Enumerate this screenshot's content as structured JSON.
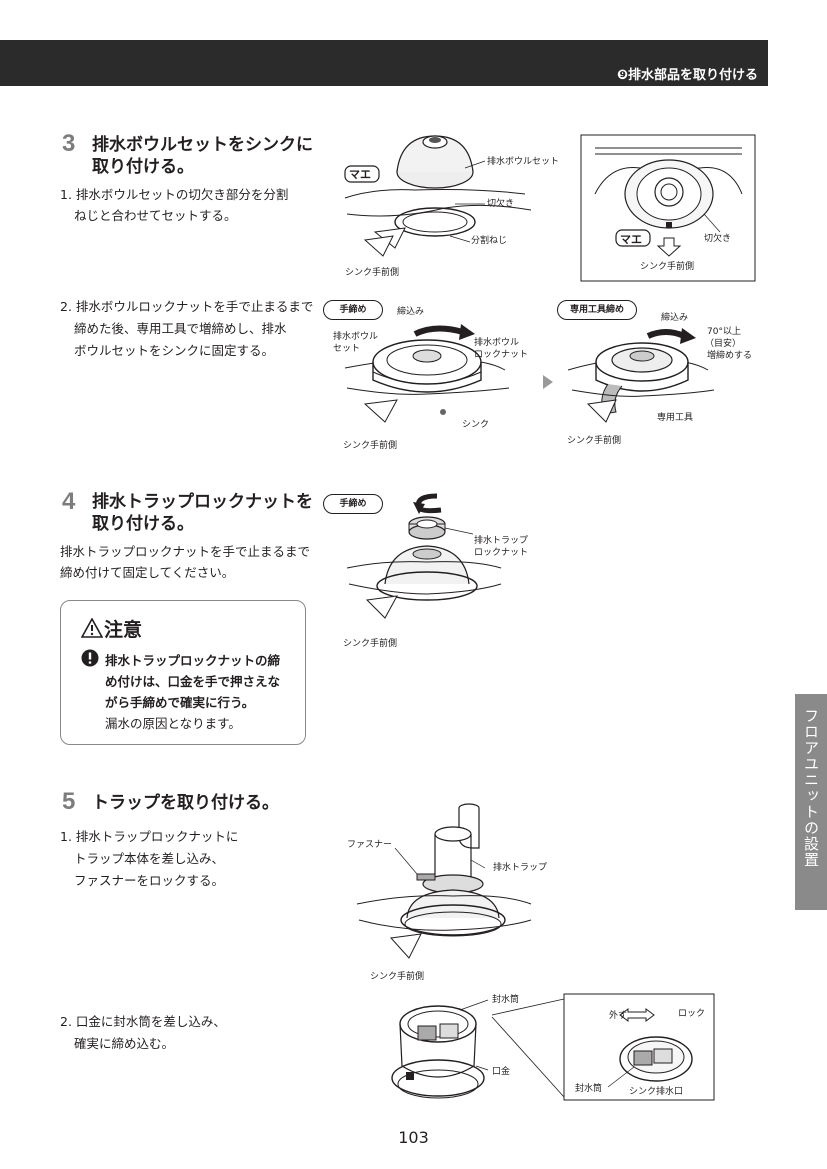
{
  "header": {
    "title": "❾排水部品を取り付ける"
  },
  "side_tab": {
    "label": "フロアユニットの設置"
  },
  "page_number": "103",
  "step3": {
    "number": "3",
    "title_line1": "排水ボウルセットをシンクに",
    "title_line2": "取り付ける。",
    "item1_line1": "1. 排水ボウルセットの切欠き部分を分割",
    "item1_line2": "ねじと合わせてセットする。",
    "item2_line1": "2. 排水ボウルロックナットを手で止まるまで",
    "item2_line2": "締めた後、専用工具で増締めし、排水",
    "item2_line3": "ボウルセットをシンクに固定する。",
    "fig1": {
      "mae": "マエ",
      "bowl_set": "排水ボウルセット",
      "notch": "切欠き",
      "split_screw": "分割ねじ",
      "sink_front": "シンク手前側"
    },
    "fig2": {
      "mae": "マエ",
      "notch": "切欠き",
      "sink_front": "シンク手前側"
    },
    "fig3": {
      "pill": "手締め",
      "tighten": "締込み",
      "bowl_set_1": "排水ボウル",
      "bowl_set_2": "セット",
      "locknut_1": "排水ボウル",
      "locknut_2": "ロックナット",
      "sink": "シンク",
      "sink_front": "シンク手前側"
    },
    "fig4": {
      "pill": "専用工具締め",
      "tighten": "締込み",
      "angle_1": "70°以上",
      "angle_2": "（目安）",
      "angle_3": "増締めする",
      "tool": "専用工具",
      "sink_front": "シンク手前側"
    }
  },
  "step4": {
    "number": "4",
    "title_line1": "排水トラップロックナットを",
    "title_line2": "取り付ける。",
    "body_line1": "排水トラップロックナットを手で止まるまで",
    "body_line2": "締め付けて固定してください。",
    "fig": {
      "pill": "手締め",
      "locknut_1": "排水トラップ",
      "locknut_2": "ロックナット",
      "sink_front": "シンク手前側"
    },
    "caution": {
      "title": "注意",
      "line1": "排水トラップロックナットの締",
      "line2": "め付けは、口金を手で押さえな",
      "line3": "がら手締めで確実に行う。",
      "line4": "漏水の原因となります。"
    }
  },
  "step5": {
    "number": "5",
    "title": "トラップを取り付ける。",
    "item1_line1": "1. 排水トラップロックナットに",
    "item1_line2": "トラップ本体を差し込み、",
    "item1_line3": "ファスナーをロックする。",
    "item2_line1": "2. 口金に封水筒を差し込み、",
    "item2_line2": "確実に締め込む。",
    "fig1": {
      "fastener": "ファスナー",
      "trap": "排水トラップ",
      "sink_front": "シンク手前側"
    },
    "fig2": {
      "seal_tube": "封水筒",
      "mouthpiece": "口金",
      "remove": "外す",
      "lock": "ロック",
      "seal_tube_2": "封水筒",
      "sink_outlet": "シンク排水口"
    }
  }
}
